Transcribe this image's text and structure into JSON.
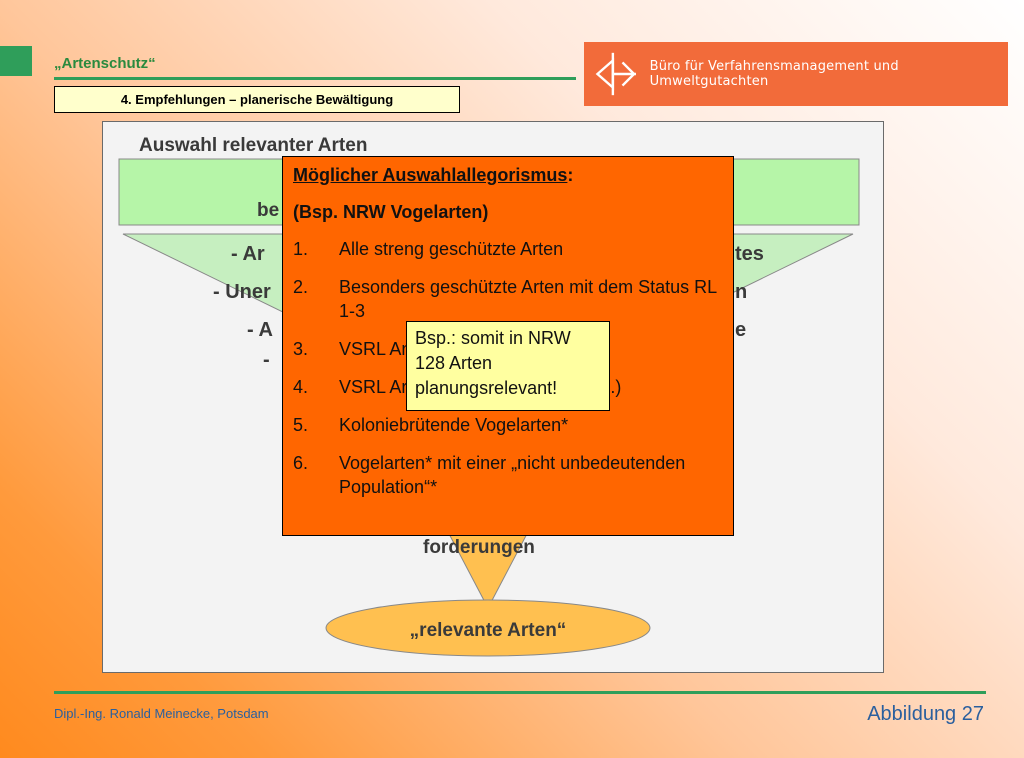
{
  "header": {
    "section_title": "„Artenschutz“",
    "subtitle": "4. Empfehlungen – planerische Bewältigung",
    "logo_text": "Büro für Verfahrensmanagement und Umweltgutachten"
  },
  "diagram": {
    "title": "Auswahl relevanter Arten",
    "top_box_fragment": "be",
    "funnel_rows": [
      {
        "left": "- Ar",
        "right": "tes"
      },
      {
        "left": "- Uner",
        "right": "n"
      },
      {
        "left": "- A",
        "right": "e"
      },
      {
        "left": "-",
        "right": ""
      }
    ],
    "funnel_bottom_text": "forderungen",
    "result_label": "„relevante Arten“"
  },
  "criteria": {
    "title": "Möglicher Auswahlallegorismus",
    "title_suffix": ":",
    "subtitle": "(Bsp. NRW Vogelarten)",
    "items": [
      {
        "num": "1.",
        "text": "Alle streng geschützte Arten"
      },
      {
        "num": "2.",
        "text": "Besonders geschützte Arten mit dem Status RL 1-3"
      },
      {
        "num": "3.",
        "text": "VSRL Anh. I Arten (Brut)"
      },
      {
        "num": "4.",
        "text": "VSRL Art. 4 (2) Arten (Zug, Rast ...)"
      },
      {
        "num": "5.",
        "text": "Koloniebrütende Vogelarten*"
      },
      {
        "num": "6.",
        "text": "Vogelarten* mit einer „nicht unbedeutenden Population“*"
      }
    ]
  },
  "note": {
    "text": "Bsp.: somit in NRW 128 Arten planungsrelevant!"
  },
  "footer": {
    "author": "Dipl.-Ing. Ronald Meinecke, Potsdam",
    "figure_label": "Abbildung 27"
  },
  "colors": {
    "accent_green": "#2f9e5a",
    "criteria_orange": "#ff6600",
    "note_yellow": "#ffffa0",
    "logo_red": "#f26b3a",
    "funnel_green": "#bfeebb",
    "funnel_orange": "#ffc050"
  }
}
